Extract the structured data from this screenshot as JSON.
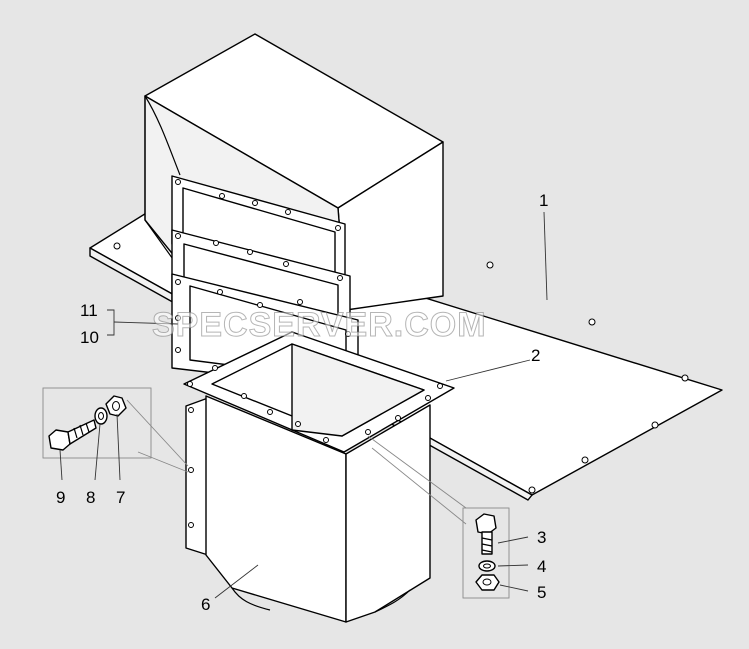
{
  "callouts": {
    "c1": "1",
    "c2": "2",
    "c3": "3",
    "c4": "4",
    "c5": "5",
    "c6": "6",
    "c7": "7",
    "c8": "8",
    "c9": "9",
    "c10": "10",
    "c11": "11"
  },
  "watermark": "SPECSERVER.COM",
  "colors": {
    "background": "#e6e6e6",
    "line": "#000000",
    "fill": "#ffffff"
  }
}
